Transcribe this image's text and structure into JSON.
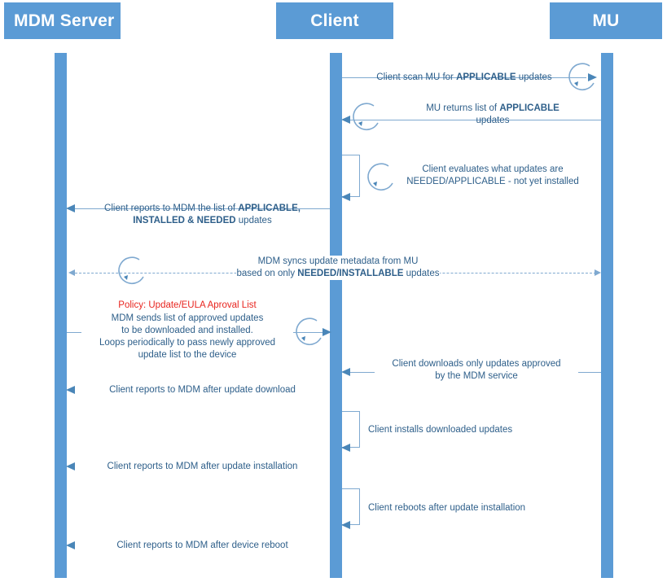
{
  "diagram": {
    "title": "MDM / Client / MU update sequence",
    "colors": {
      "actor_fill": "#5B9BD5",
      "lifeline": "#5B9BD5",
      "line": "#7FA9D0",
      "arrowhead": "#4A86B8",
      "text": "#2E5F8A",
      "policy_text": "#E8251F",
      "background": "#FFFFFF"
    }
  },
  "actors": [
    {
      "id": "mdm",
      "label": "MDM Server"
    },
    {
      "id": "client",
      "label": "Client"
    },
    {
      "id": "mu",
      "label": "MU"
    }
  ],
  "messages": [
    {
      "id": "m1",
      "from": "client",
      "to": "mu",
      "direction": "right",
      "style": "solid",
      "self_loop": true,
      "text_plain": "Client scan MU for APPLICABLE updates",
      "lines": [
        {
          "prefix": "Client scan MU for ",
          "bold": "APPLICABLE",
          "suffix": " updates"
        }
      ]
    },
    {
      "id": "m2",
      "from": "mu",
      "to": "client",
      "direction": "left",
      "style": "solid",
      "self_loop": true,
      "text_plain": "MU returns list of APPLICABLE updates",
      "lines": [
        {
          "prefix": "MU returns list of ",
          "bold": "APPLICABLE",
          "suffix": ""
        },
        {
          "prefix": "updates",
          "bold": "",
          "suffix": ""
        }
      ]
    },
    {
      "id": "m3",
      "from": "client",
      "to": "client",
      "direction": "self",
      "style": "solid",
      "self_loop": true,
      "text_plain": "Client evaluates what updates are NEEDED/APPLICABLE - not yet installed",
      "lines": [
        {
          "prefix": "Client evaluates what updates are",
          "bold": "",
          "suffix": ""
        },
        {
          "prefix": "NEEDED/APPLICABLE - not yet installed",
          "bold": "",
          "suffix": ""
        }
      ]
    },
    {
      "id": "m4",
      "from": "client",
      "to": "mdm",
      "direction": "left",
      "style": "solid",
      "self_loop": false,
      "text_plain": "Client reports to MDM the list of APPLICABLE, INSTALLED & NEEDED updates",
      "lines": [
        {
          "prefix": "Client reports to MDM the list of ",
          "bold": "APPLICABLE,",
          "suffix": ""
        },
        {
          "prefix": "",
          "bold": "INSTALLED & NEEDED",
          "suffix": " updates"
        }
      ]
    },
    {
      "id": "m5",
      "from": "mdm",
      "to": "mu",
      "direction": "both",
      "style": "dashed",
      "self_loop": true,
      "text_plain": "MDM syncs update metadata from MU based on only NEEDED/INSTALLABLE updates",
      "lines": [
        {
          "prefix": "MDM syncs update metadata from MU",
          "bold": "",
          "suffix": ""
        },
        {
          "prefix": "based on only ",
          "bold": "NEEDED/INSTALLABLE",
          "suffix": " updates"
        }
      ]
    },
    {
      "id": "m6",
      "from": "mdm",
      "to": "client",
      "direction": "right",
      "style": "solid",
      "self_loop": true,
      "policy_line": "Policy: Update/EULA Aproval List",
      "text_plain": "MDM sends list of approved updates to be downloaded and installed. Loops periodically to pass newly approved update list to the device",
      "lines": [
        {
          "prefix": "MDM sends list of approved updates",
          "bold": "",
          "suffix": ""
        },
        {
          "prefix": "to be downloaded and installed.",
          "bold": "",
          "suffix": ""
        },
        {
          "prefix": "Loops periodically to pass newly approved",
          "bold": "",
          "suffix": ""
        },
        {
          "prefix": "update list to the device",
          "bold": "",
          "suffix": ""
        }
      ]
    },
    {
      "id": "m7",
      "from": "mu",
      "to": "client",
      "direction": "left",
      "style": "solid",
      "self_loop": false,
      "text_plain": "Client downloads only updates approved by the MDM service",
      "lines": [
        {
          "prefix": "Client downloads only updates approved",
          "bold": "",
          "suffix": ""
        },
        {
          "prefix": "by the MDM service",
          "bold": "",
          "suffix": ""
        }
      ]
    },
    {
      "id": "m8",
      "from": "client",
      "to": "mdm",
      "direction": "left",
      "style": "solid",
      "self_loop": false,
      "text_plain": "Client reports to MDM after update download",
      "lines": [
        {
          "prefix": "Client reports to MDM after update download",
          "bold": "",
          "suffix": ""
        }
      ]
    },
    {
      "id": "m9",
      "from": "client",
      "to": "client",
      "direction": "self",
      "style": "solid",
      "self_loop": false,
      "text_plain": "Client installs downloaded updates",
      "lines": [
        {
          "prefix": "Client installs downloaded updates",
          "bold": "",
          "suffix": ""
        }
      ]
    },
    {
      "id": "m10",
      "from": "client",
      "to": "mdm",
      "direction": "left",
      "style": "solid",
      "self_loop": false,
      "text_plain": "Client reports to MDM after update installation",
      "lines": [
        {
          "prefix": "Client reports to MDM after update installation",
          "bold": "",
          "suffix": ""
        }
      ]
    },
    {
      "id": "m11",
      "from": "client",
      "to": "client",
      "direction": "self",
      "style": "solid",
      "self_loop": false,
      "text_plain": "Client reboots after update installation",
      "lines": [
        {
          "prefix": "Client reboots after update installation",
          "bold": "",
          "suffix": ""
        }
      ]
    },
    {
      "id": "m12",
      "from": "client",
      "to": "mdm",
      "direction": "left",
      "style": "solid",
      "self_loop": false,
      "text_plain": "Client reports to MDM after device reboot",
      "lines": [
        {
          "prefix": "Client reports to MDM after device reboot",
          "bold": "",
          "suffix": ""
        }
      ]
    }
  ]
}
